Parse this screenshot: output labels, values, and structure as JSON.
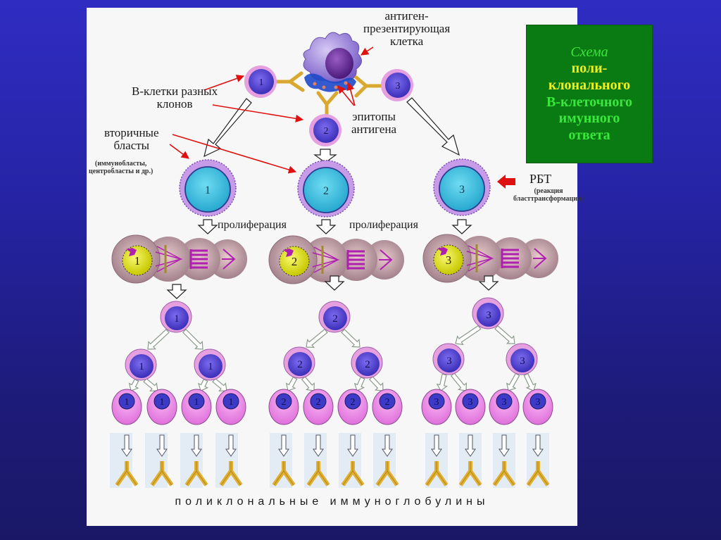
{
  "title_box": {
    "lines": [
      "Схема",
      "поли-",
      "клонального",
      "В-клеточного",
      "имунного",
      "ответа"
    ]
  },
  "labels": {
    "apc": [
      "антиген-",
      "презентирующая",
      "клетка"
    ],
    "b_cells": [
      "В-клетки разных",
      "клонов"
    ],
    "epitopes": [
      "эпитопы",
      "антигена"
    ],
    "secondary_blasts": [
      "вторичные",
      "бласты"
    ],
    "secondary_blasts_note": [
      "(иммунобласты,",
      "центробласты и др.)"
    ],
    "rbt": "РБТ",
    "rbt_note": [
      "(реакция",
      "бласттрансформации)"
    ],
    "proliferation_1": "пролиферация",
    "proliferation_2": "пролиферация",
    "footer": "поликлональные   иммуноглобулины"
  },
  "clones": [
    {
      "id": "1",
      "label": "1"
    },
    {
      "id": "2",
      "label": "2"
    },
    {
      "id": "3",
      "label": "3"
    }
  ],
  "colors": {
    "slide_background": "#2a28b0",
    "panel": "#f7f7f7",
    "title_box": "#0a7a12",
    "title_green": "#39e83c",
    "title_yellow": "#f0f020",
    "annotation_arrow": "#e01010",
    "b_cell_nucleus": "#5a4ad8",
    "b_cell_membrane": "#e6a0e0",
    "blast_nucleus": "#3cc4e0",
    "blast_membrane": "#c89be8",
    "dividing_nucleus": "#e6e620",
    "plasma_cell": "#f090e8",
    "antibody": "#e0b030"
  }
}
